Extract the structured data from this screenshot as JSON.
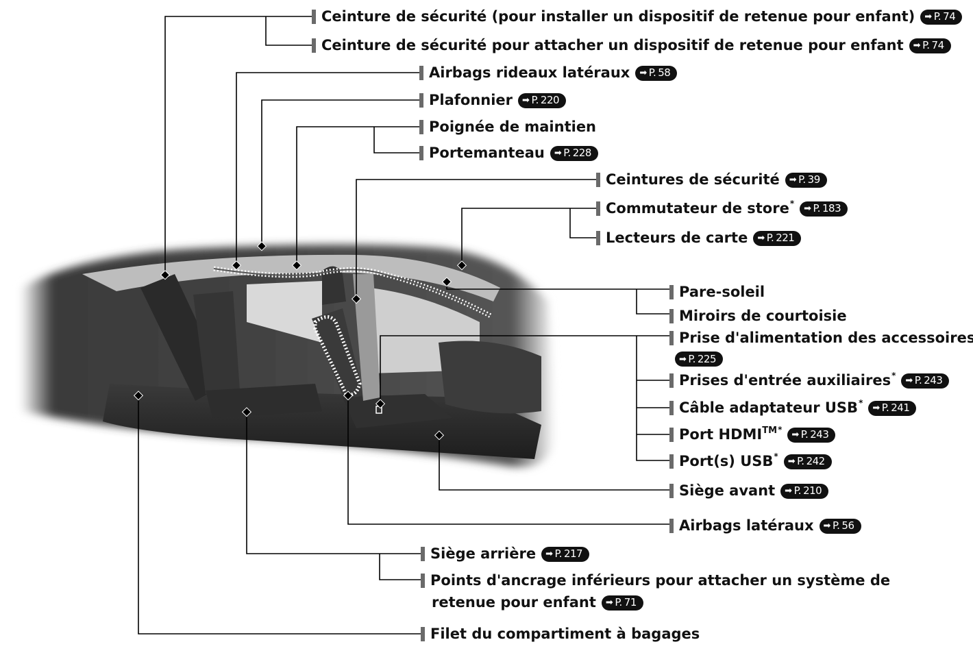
{
  "labels": [
    {
      "id": "seatbelt-child-install",
      "text": "Ceinture de sécurité (pour installer un dispositif de retenue pour enfant)",
      "ref": "74"
    },
    {
      "id": "seatbelt-child-attach",
      "text": "Ceinture de sécurité pour attacher un dispositif de retenue pour enfant",
      "ref": "74"
    },
    {
      "id": "side-curtain-airbags",
      "text": "Airbags rideaux latéraux",
      "ref": "58"
    },
    {
      "id": "ceiling-light",
      "text": "Plafonnier",
      "ref": "220"
    },
    {
      "id": "grab-handle",
      "text": "Poignée de maintien",
      "ref": ""
    },
    {
      "id": "coat-hook",
      "text": "Portemanteau",
      "ref": "228"
    },
    {
      "id": "seatbelts",
      "text": "Ceintures de sécurité",
      "ref": "39"
    },
    {
      "id": "sunshade-switch",
      "text": "Commutateur de store",
      "ref": "183",
      "asterisk": "*"
    },
    {
      "id": "map-lights",
      "text": "Lecteurs de carte",
      "ref": "221"
    },
    {
      "id": "sun-visor",
      "text": "Pare-soleil",
      "ref": ""
    },
    {
      "id": "vanity-mirrors",
      "text": "Miroirs de courtoisie",
      "ref": ""
    },
    {
      "id": "accessory-power-socket",
      "text": "Prise d'alimentation des accessoires",
      "ref": "225"
    },
    {
      "id": "aux-input-jacks",
      "text": "Prises d'entrée auxiliaires",
      "ref": "243",
      "asterisk": "*"
    },
    {
      "id": "usb-adapter-cable",
      "text": "Câble adaptateur USB",
      "ref": "241",
      "asterisk": "*"
    },
    {
      "id": "hdmi-port",
      "text": "Port HDMI",
      "tm": "TM",
      "ref": "243",
      "asterisk": "*"
    },
    {
      "id": "usb-ports",
      "text": "Port(s) USB",
      "ref": "242",
      "asterisk": "*"
    },
    {
      "id": "front-seat",
      "text": "Siège avant",
      "ref": "210"
    },
    {
      "id": "side-airbags",
      "text": "Airbags latéraux",
      "ref": "56"
    },
    {
      "id": "rear-seat",
      "text": "Siège arrière",
      "ref": "217"
    },
    {
      "id": "lower-anchors",
      "text": "Points d'ancrage inférieurs pour attacher un système de",
      "text2": "retenue pour enfant",
      "ref": "71"
    },
    {
      "id": "cargo-net",
      "text": "Filet du compartiment à bagages",
      "ref": ""
    }
  ],
  "ref_prefix": "P.",
  "colors": {
    "line": "#000000",
    "bar": "#6a6a6a",
    "badge": "#111111",
    "interior_dark": "#2b2b2b",
    "interior_mid": "#7d7d7d",
    "interior_light": "#c8c8c8"
  }
}
